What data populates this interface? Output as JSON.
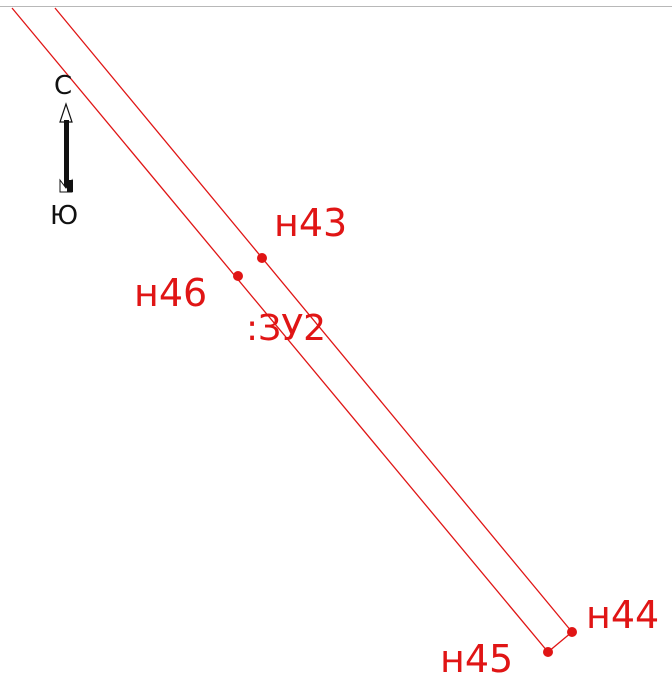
{
  "map": {
    "line_color": "#e01515",
    "point_color": "#e01515"
  },
  "compass": {
    "north_label": "С",
    "south_label": "Ю",
    "icon": "north-arrow-icon"
  },
  "parcel": {
    "label": ":ЗУ2"
  },
  "points": [
    {
      "id": "n43",
      "label": "н43"
    },
    {
      "id": "n46",
      "label": "н46"
    },
    {
      "id": "n44",
      "label": "н44"
    },
    {
      "id": "n45",
      "label": "н45"
    }
  ]
}
